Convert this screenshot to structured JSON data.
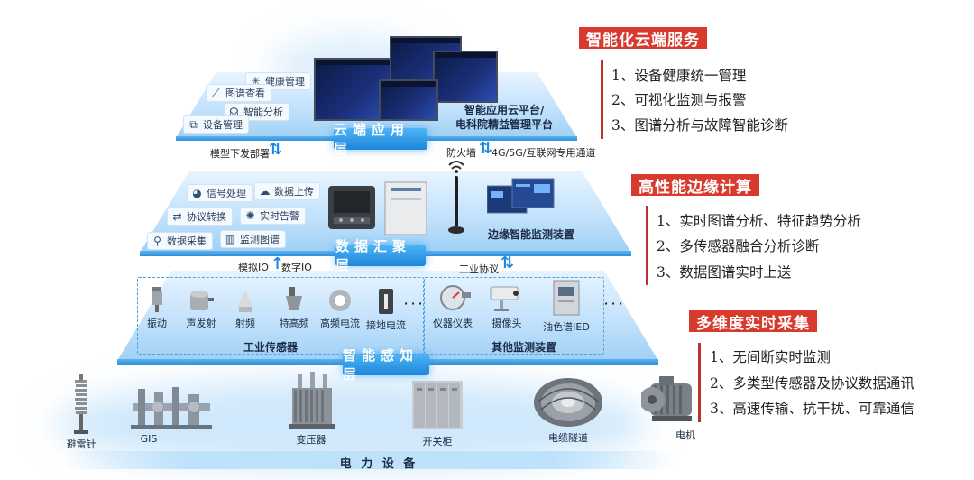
{
  "cloud_layer": {
    "label": "云端应用层",
    "chips": [
      "健康管理",
      "图谱查看",
      "智能分析",
      "设备管理"
    ],
    "platform_title_line1": "智能应用云平台/",
    "platform_title_line2": "电科院精益管理平台",
    "left_link": "模型下发部署",
    "right_link_firewall": "防火墙",
    "right_link_channel": "4G/5G/互联网专用通道"
  },
  "data_layer": {
    "label": "数据汇聚层",
    "chips": [
      "信号处理",
      "数据上传",
      "协议转换",
      "实时告警",
      "数据采集",
      "监测图谱"
    ],
    "device_label": "边缘智能监测装置",
    "left_link_a": "模拟IO",
    "left_link_b": "数字IO",
    "right_link": "工业协议"
  },
  "sense_layer": {
    "label": "智能感知层",
    "industrial_group": "工业传感器",
    "industrial_sensors": [
      "振动",
      "声发射",
      "射频",
      "特高频",
      "高频电流",
      "接地电流"
    ],
    "other_group": "其他监测装置",
    "other_devices": [
      "仪器仪表",
      "摄像头",
      "油色谱IED"
    ],
    "ellipsis": "· · ·"
  },
  "power_equipment": {
    "label": "电 力 设 备",
    "devices": [
      "避雷针",
      "GIS",
      "变压器",
      "开关柜",
      "电缆隧道",
      "电机"
    ]
  },
  "right_panels": [
    {
      "title": "智能化云端服务",
      "items": [
        "1、设备健康统一管理",
        "2、可视化监测与报警",
        "3、图谱分析与故障智能诊断"
      ]
    },
    {
      "title": "高性能边缘计算",
      "items": [
        "1、实时图谱分析、特征趋势分析",
        "2、多传感器融合分析诊断",
        "3、数据图谱实时上送"
      ]
    },
    {
      "title": "多维度实时采集",
      "items": [
        "1、无间断实时监测",
        "2、多类型传感器及协议数据通讯",
        "3、高速传输、抗干扰、可靠通信"
      ]
    }
  ],
  "colors": {
    "accent_blue": "#1c86d9",
    "title_red": "#d83a2e",
    "bar_red": "#c0302a"
  }
}
